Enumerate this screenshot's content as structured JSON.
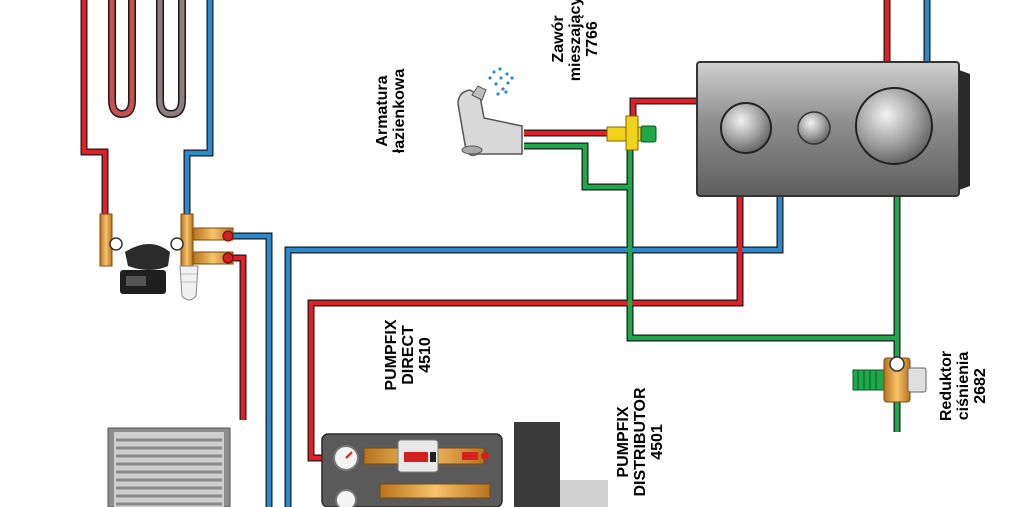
{
  "labels": {
    "armatura": [
      "Armatura",
      "łazienkowa"
    ],
    "zawor": [
      "Zawór",
      "mieszający",
      "7766"
    ],
    "pumpfix_direct": [
      "PUMPFIX",
      "DIRECT",
      "4510"
    ],
    "pumpfix_distributor": [
      "PUMPFIX",
      "DISTRIBUTOR",
      "4501"
    ],
    "reduktor": [
      "Reduktor",
      "ciśnienia",
      "2682"
    ]
  },
  "colors": {
    "hot_pipe": "#e41e26",
    "cold_pipe": "#2a8ad0",
    "mixed_pipe": "#1ea84a",
    "pipe_outline": "#1a1a1a",
    "brass": "#e8a13a",
    "tank": "#9a9a9a"
  }
}
